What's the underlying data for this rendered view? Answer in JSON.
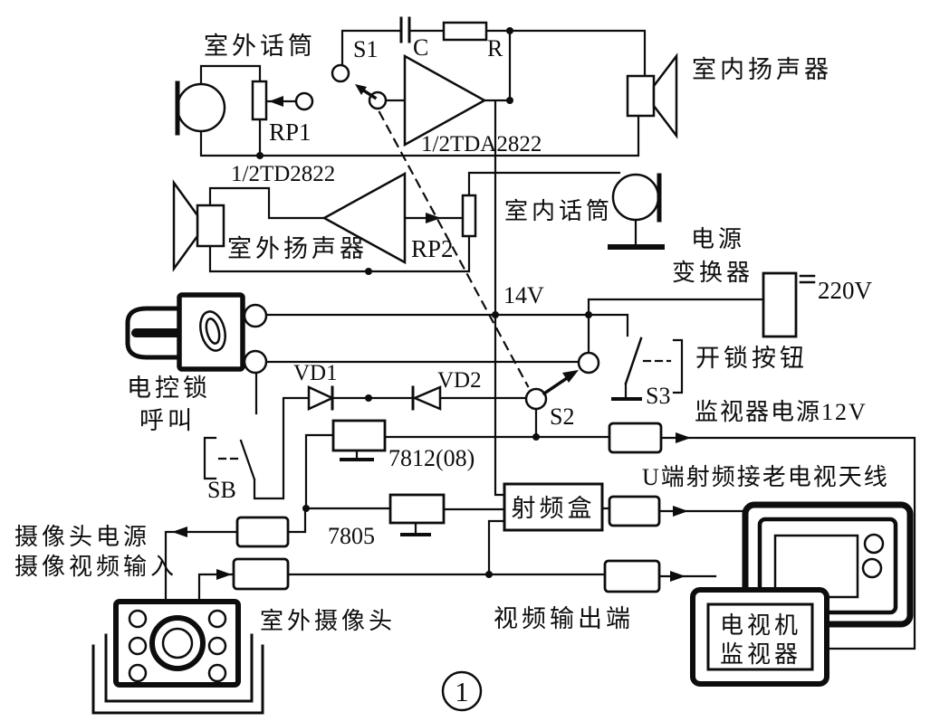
{
  "figure": {
    "number": "1"
  },
  "colors": {
    "ink": "#0d0d0d",
    "paper": "#ffffff"
  },
  "labels": {
    "outdoor_mic": "室外话筒",
    "rp1": "RP1",
    "s1": "S1",
    "cap_c": "C",
    "res_r": "R",
    "amp1": "1/2TDA2822",
    "indoor_speaker": "室内扬声器",
    "amp2": "1/2TD2822",
    "outdoor_speaker": "室外扬声器",
    "rp2": "RP2",
    "indoor_mic": "室内话筒",
    "power_conv_line1": "电源",
    "power_conv_line2": "变换器",
    "mains_voltage": "220V",
    "rail_voltage": "14V",
    "lock_line1": "电控锁",
    "lock_line2": "呼叫",
    "sb": "SB",
    "vd1": "VD1",
    "vd2": "VD2",
    "s2": "S2",
    "s3": "S3",
    "unlock_button": "开锁按钮",
    "monitor_power": "监视器电源12V",
    "reg_7812": "7812(08)",
    "reg_7805": "7805",
    "rf_box": "射频盒",
    "rf_note": "U端射频接老电视天线",
    "camera_power": "摄像头电源",
    "camera_video_in": "摄像视频输入",
    "outdoor_camera": "室外摄像头",
    "video_out": "视频输出端",
    "tv_line1": "电视机",
    "tv_line2": "监视器"
  }
}
